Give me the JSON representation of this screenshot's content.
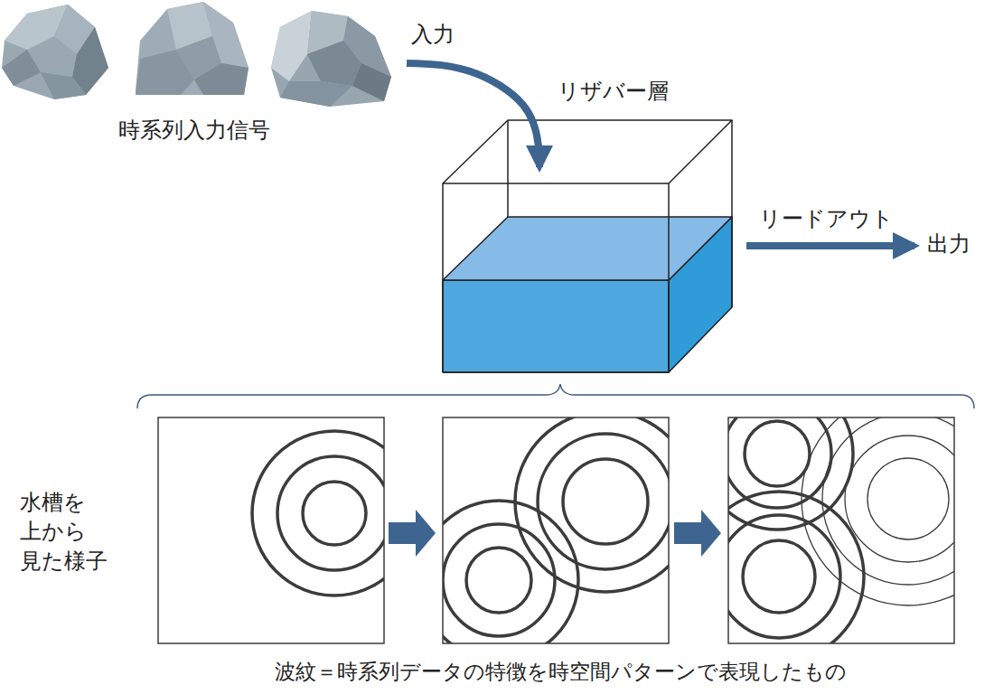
{
  "diagram": {
    "caption": "波紋＝時系列データの特徴を時空間パターンで表現したもの",
    "nodes": [
      {
        "text": [
          "時系列入力信号"
        ]
      },
      {
        "text": [
          "リザバー層"
        ]
      },
      {
        "text": [
          "出力"
        ]
      }
    ],
    "edges": [
      {
        "from": 0,
        "to": 1,
        "arrow": "to",
        "label": "入力"
      },
      {
        "from": 1,
        "to": 2,
        "arrow": "to",
        "label": "リードアウト"
      }
    ],
    "labels": [
      "水槽を 上から 見た様子"
    ]
  }
}
